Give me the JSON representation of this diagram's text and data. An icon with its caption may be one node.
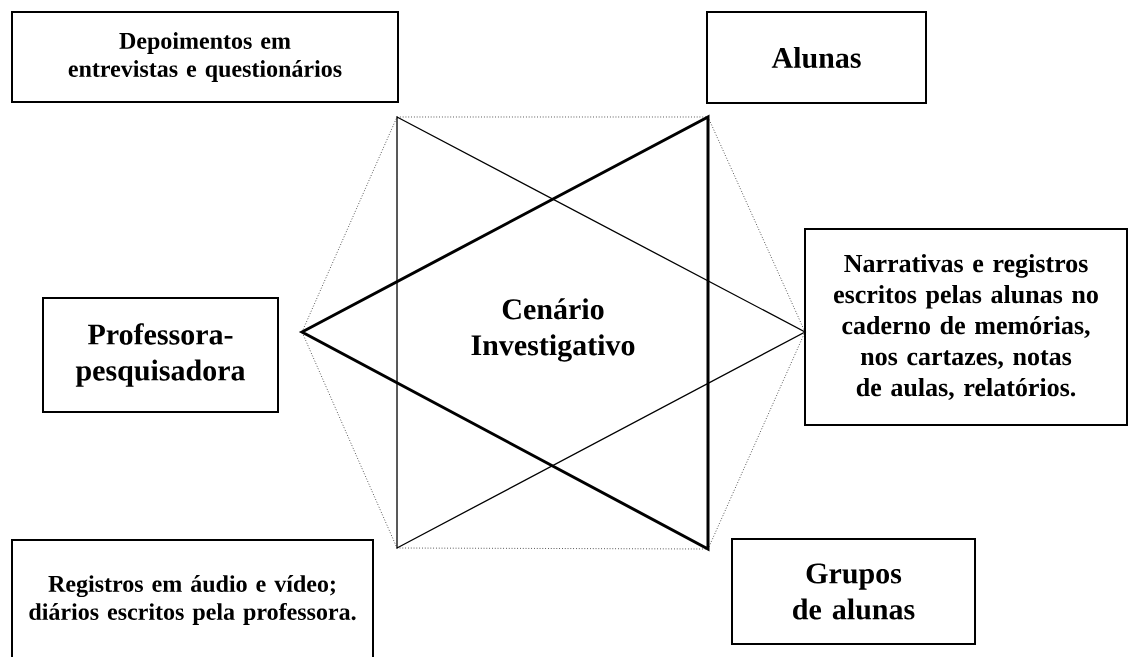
{
  "diagram": {
    "nodes": [
      {
        "text": [
          "Depoimentos em entrevistas e questionários"
        ]
      },
      {
        "text": [
          "Alunas"
        ]
      },
      {
        "text": [
          "Professora-pesquisadora"
        ]
      },
      {
        "text": [
          "Narrativas e registros escritos pelas alunas no caderno de memórias, nos cartazes, notas de aulas, relatórios."
        ]
      },
      {
        "text": [
          "Registros em áudio e vídeo; diários escritos pela professora."
        ]
      },
      {
        "text": [
          "Grupos de alunas"
        ]
      }
    ],
    "labels": [
      "Cenário Investigativo"
    ]
  }
}
